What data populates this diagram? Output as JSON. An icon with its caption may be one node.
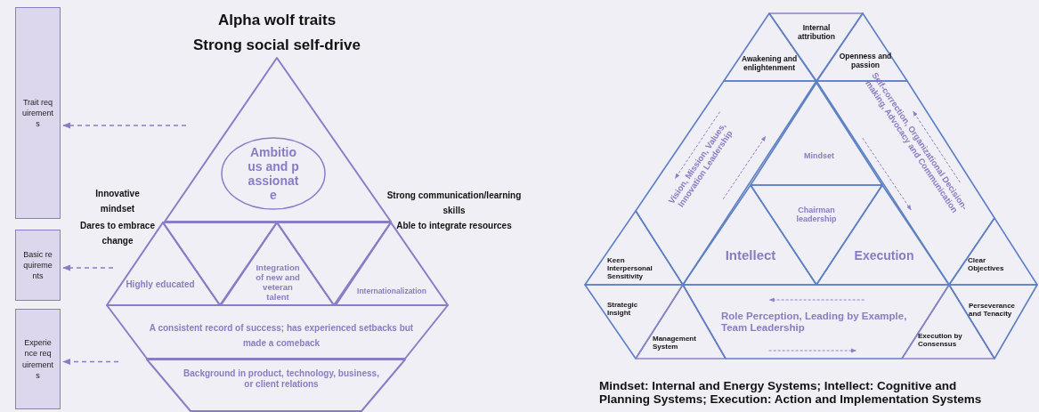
{
  "diagram": {
    "caption": "Mindset: Internal and Energy Systems; Intellect: Cognitive and Planning Systems; Execution: Action and Implementation Systems",
    "nodes": [
      {
        "text": [
          "Trait requirements"
        ]
      },
      {
        "text": [
          "Basic requirements"
        ]
      },
      {
        "text": [
          "Experience requirements"
        ]
      },
      {
        "text": [],
        "shape": "triangle"
      },
      {
        "text": [
          "Ambitious and passionate"
        ],
        "in": 3
      },
      {
        "text": [
          "Highly educated"
        ]
      },
      {
        "text": [],
        "shape": "triangle"
      },
      {
        "text": [
          "Integration of new and veteran talent"
        ]
      },
      {
        "text": [],
        "shape": "triangle"
      },
      {
        "text": [
          "Internationalization"
        ]
      },
      {
        "text": [
          "A consistent record of success; has experienced setbacks but made a comeback"
        ]
      },
      {
        "text": [
          "Background in product, technology, business, or client relations"
        ]
      },
      {
        "text": [
          "Internal attribution"
        ]
      },
      {
        "text": [
          "Awakening and enlightenment"
        ]
      },
      {
        "text": [
          "Openness and passion"
        ]
      },
      {
        "text": [
          "Vision, Mission, Values, Innovation Leadership"
        ]
      },
      {
        "text": [
          "Mindset"
        ]
      },
      {
        "text": [
          "Self-correction, Organizational Decision-making, Advocacy and Communication"
        ]
      },
      {
        "text": [
          "Keen Interpersonal Sensitivity"
        ]
      },
      {
        "text": [
          "Intellect"
        ]
      },
      {
        "text": [
          "Chairman leadership"
        ]
      },
      {
        "text": [
          "Execution"
        ]
      },
      {
        "text": [
          "Clear Objectives"
        ]
      },
      {
        "text": [
          "Strategic Insight"
        ]
      },
      {
        "text": [
          "Management System"
        ]
      },
      {
        "text": [
          "Role Perception, Leading by Example, Team Leadership"
        ]
      },
      {
        "text": [
          "Execution by Consensus"
        ]
      },
      {
        "text": [
          "Perseverance and Tenacity"
        ]
      }
    ],
    "edges": [
      {
        "from": null,
        "to": 0,
        "arrow": "to",
        "style": "dashed"
      },
      {
        "from": null,
        "to": 1,
        "arrow": "to",
        "style": "dashed"
      },
      {
        "from": null,
        "to": 2,
        "arrow": "to",
        "style": "dashed"
      }
    ],
    "labels": [
      "Alpha wolf traits",
      "Strong social self-drive",
      "Innovative mindset",
      "Dares to embrace change",
      "Strong communication/learning skills",
      "Able to integrate resources"
    ]
  }
}
